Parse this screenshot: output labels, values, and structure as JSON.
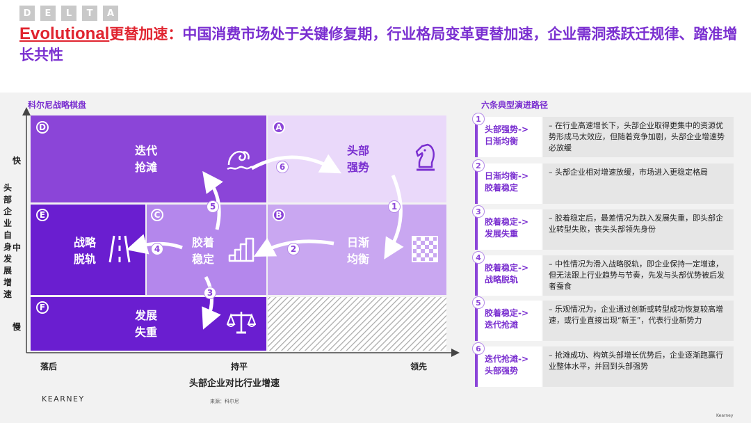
{
  "header": {
    "logo_letters": [
      "D",
      "E",
      "L",
      "T",
      "A"
    ],
    "title_lead": "Evolutional",
    "title_lead2": "更替加速：",
    "title_rest": "中国消费市场处于关键修复期，行业格局变革更替加速，企业需洞悉跃迁规律、踏准增长共性"
  },
  "matrix": {
    "section_label": "科尔尼战略棋盘",
    "y_axis_title": "头部企业自身发展增速",
    "y_ticks": [
      "快",
      "中",
      "慢"
    ],
    "x_ticks": [
      "落后",
      "持平",
      "领先"
    ],
    "x_axis_title": "头部企业对比行业增速",
    "cells": {
      "D": {
        "letter": "D",
        "label": "迭代\n抢滩",
        "icon": "wave-icon"
      },
      "A": {
        "letter": "A",
        "label": "头部\n强势",
        "icon": "chess-knight-icon"
      },
      "E": {
        "letter": "E",
        "label": "战略\n脱轨",
        "icon": "derail-icon"
      },
      "C": {
        "letter": "C",
        "label": "胶着\n稳定",
        "icon": "stairs-icon"
      },
      "B": {
        "letter": "B",
        "label": "日渐\n均衡",
        "icon": "checker-icon"
      },
      "F": {
        "letter": "F",
        "label": "发展\n失重",
        "icon": "scales-icon"
      }
    },
    "arrow_numbers": [
      "1",
      "2",
      "3",
      "4",
      "5",
      "6"
    ],
    "colors": {
      "dark": "#6a1ed0",
      "mid": "#8b45d8",
      "light": "#c4a0ef",
      "lighter": "#ddc6f5",
      "lightest": "#ead9fa",
      "hatch": "#bdbdbd"
    }
  },
  "paths": {
    "section_label": "六条典型演进路径",
    "items": [
      {
        "num": "1",
        "name": "头部强势->\n日渐均衡",
        "desc": "– 在行业高速增长下，头部企业取得更集中的资源优势形成马太效应，但随着竞争加剧，头部企业增速势必放缓"
      },
      {
        "num": "2",
        "name": "日渐均衡->\n胶着稳定",
        "desc": "– 头部企业相对增速放缓，市场进入更稳定格局"
      },
      {
        "num": "3",
        "name": "胶着稳定->\n发展失重",
        "desc": "– 胶着稳定后，最差情况为跌入发展失重，即头部企业转型失败，丧失头部领先身份"
      },
      {
        "num": "4",
        "name": "胶着稳定->\n战略脱轨",
        "desc": "– 中性情况为滑入战略脱轨，即企业保持一定增速，但无法跟上行业趋势与节奏，先发与头部优势被后发者蚕食"
      },
      {
        "num": "5",
        "name": "胶着稳定->\n迭代抢滩",
        "desc": "– 乐观情况为，企业通过创新或转型成功恢复较高增速，或行业直接出现“新王”，代表行业新势力"
      },
      {
        "num": "6",
        "name": "迭代抢滩->\n头部强势",
        "desc": "– 抢滩成功、构筑头部增长优势后，企业逐渐跑赢行业整体水平，并回到头部强势"
      }
    ]
  },
  "footer": {
    "logo": "KEARNEY",
    "source": "来源：科尔尼",
    "small_logo": "Kearney"
  }
}
